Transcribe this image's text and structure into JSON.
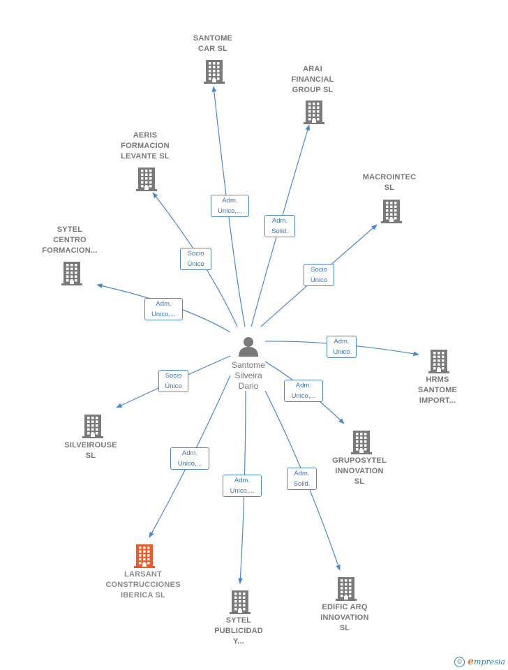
{
  "center": {
    "name_lines": [
      "Santome",
      "Silveira",
      "Dario"
    ],
    "icon": "person-icon"
  },
  "colors": {
    "edge": "#4a86d4",
    "building": "#7a7a7a",
    "building_highlight": "#f05a28",
    "label": "#777777"
  },
  "companies": [
    {
      "id": "santome-car",
      "lines": [
        "SANTOME",
        "CAR  SL"
      ],
      "icon": "building-icon",
      "highlight": false
    },
    {
      "id": "arai-financial",
      "lines": [
        "ARAI",
        "FINANCIAL",
        "GROUP  SL"
      ],
      "icon": "building-icon",
      "highlight": false
    },
    {
      "id": "aeris-formacion",
      "lines": [
        "AERIS",
        "FORMACION",
        "LEVANTE  SL"
      ],
      "icon": "building-icon",
      "highlight": false
    },
    {
      "id": "macrointec",
      "lines": [
        "MACROINTEC",
        "SL"
      ],
      "icon": "building-icon",
      "highlight": false
    },
    {
      "id": "sytel-centro",
      "lines": [
        "SYTEL",
        "CENTRO",
        "FORMACION..."
      ],
      "icon": "building-icon",
      "highlight": false
    },
    {
      "id": "hrms-santome",
      "lines": [
        "HRMS",
        "SANTOME",
        "IMPORT..."
      ],
      "icon": "building-icon",
      "highlight": false
    },
    {
      "id": "silveirouse",
      "lines": [
        "SILVEIROUSE",
        "SL"
      ],
      "icon": "building-icon",
      "highlight": false
    },
    {
      "id": "grupo-sytel",
      "lines": [
        "GRUPOSYTEL",
        "INNOVATION",
        "SL"
      ],
      "icon": "building-icon",
      "highlight": false
    },
    {
      "id": "larsant",
      "lines": [
        "LARSANT",
        "CONSTRUCCIONES",
        "IBERICA  SL"
      ],
      "icon": "building-icon",
      "highlight": true
    },
    {
      "id": "sytel-publicidad",
      "lines": [
        "SYTEL",
        "PUBLICIDAD",
        "Y..."
      ],
      "icon": "building-icon",
      "highlight": false
    },
    {
      "id": "edific-arq",
      "lines": [
        "EDIFIC ARQ",
        "INNOVATION",
        "SL"
      ],
      "icon": "building-icon",
      "highlight": false
    }
  ],
  "relations": [
    {
      "id": "santome-car",
      "lines": [
        "Adm.",
        "Unico,..."
      ]
    },
    {
      "id": "arai-financial",
      "lines": [
        "Adm.",
        "Solid."
      ]
    },
    {
      "id": "aeris-formacion",
      "lines": [
        "Socio",
        "Único"
      ]
    },
    {
      "id": "macrointec",
      "lines": [
        "Socio",
        "Único"
      ]
    },
    {
      "id": "sytel-centro",
      "lines": [
        "Adm.",
        "Unico,..."
      ]
    },
    {
      "id": "hrms-santome",
      "lines": [
        "Adm.",
        "Unico"
      ]
    },
    {
      "id": "silveirouse",
      "lines": [
        "Socio",
        "Único"
      ]
    },
    {
      "id": "grupo-sytel",
      "lines": [
        "Adm.",
        "Unico,..."
      ]
    },
    {
      "id": "larsant",
      "lines": [
        "Adm.",
        "Unico,..."
      ]
    },
    {
      "id": "sytel-publicidad",
      "lines": [
        "Adm.",
        "Unico,..."
      ]
    },
    {
      "id": "edific-arq",
      "lines": [
        "Adm.",
        "Solid."
      ]
    }
  ],
  "footer": {
    "copyright": "©",
    "brand_initial": "e",
    "brand_rest": "mpresia"
  }
}
